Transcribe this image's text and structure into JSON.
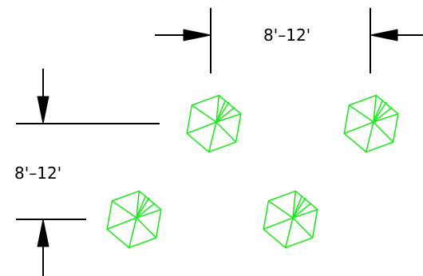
{
  "drawing": {
    "horizontal_spacing_label": "8'–12'",
    "vertical_spacing_label": "8'–12'",
    "plant_symbol": "hexagonal-shrub-icon",
    "plant_color": "#22e622",
    "line_color": "#000000",
    "plant_count": 4
  }
}
